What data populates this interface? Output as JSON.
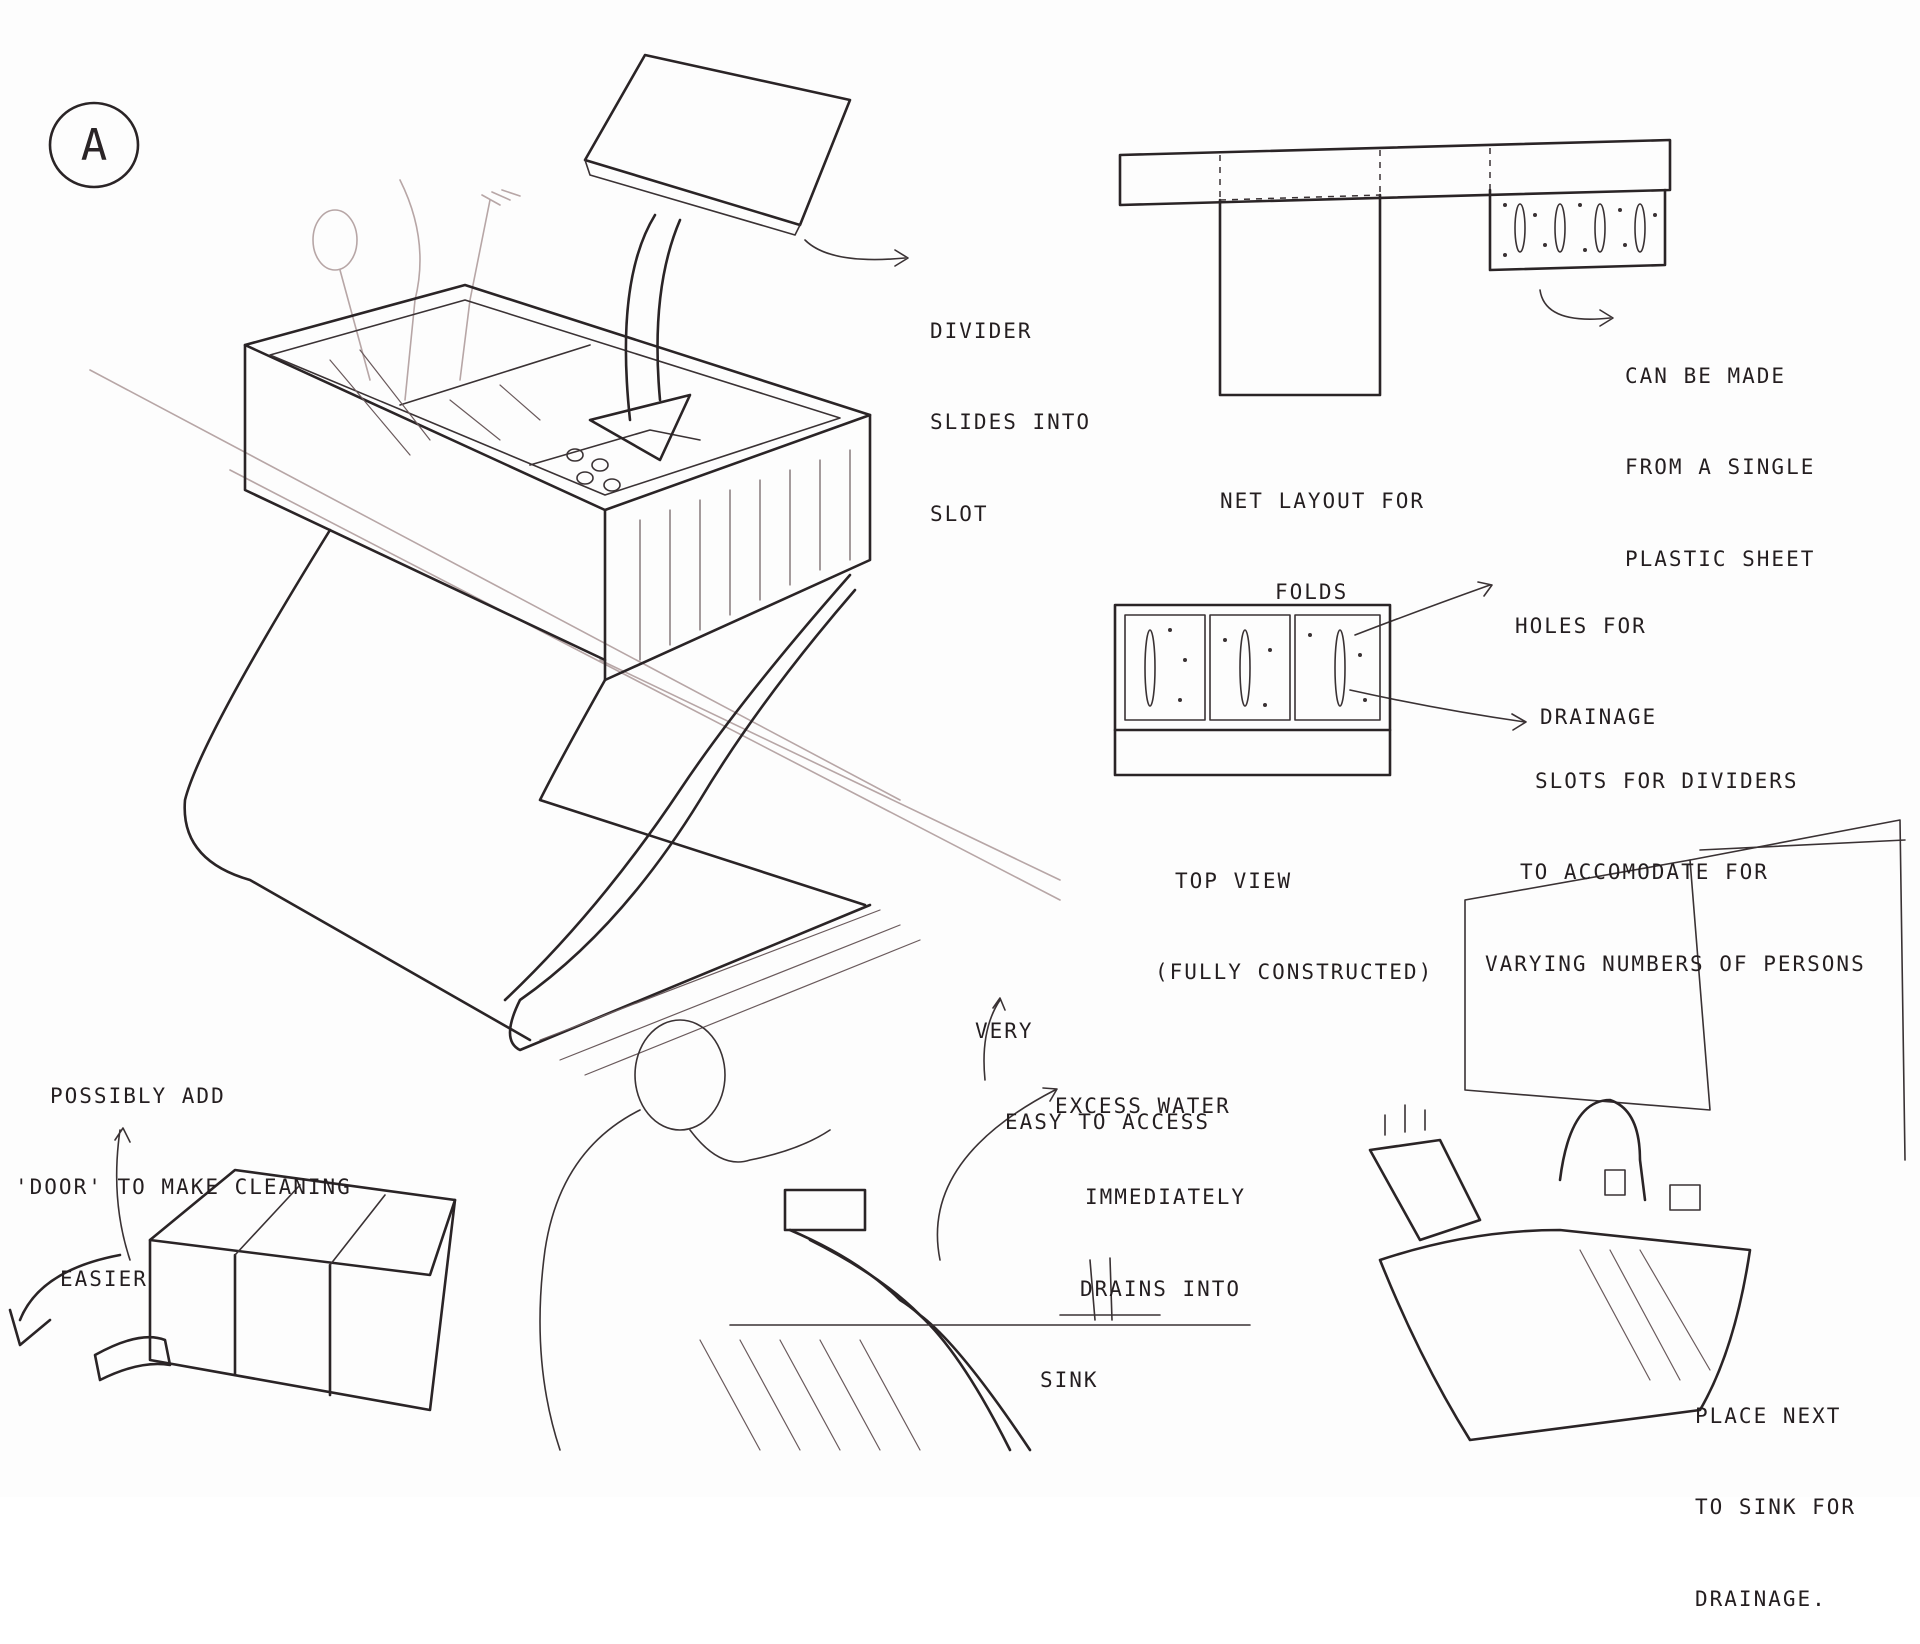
{
  "sheet": {
    "label": "A",
    "notes": {
      "divider": [
        "DIVIDER",
        "SLIDES INTO",
        "SLOT"
      ],
      "single_sheet": [
        "CAN BE MADE",
        "FROM A SINGLE",
        "PLASTIC SHEET"
      ],
      "net_layout": [
        "NET LAYOUT FOR",
        "FOLDS"
      ],
      "holes": [
        "HOLES FOR",
        "DRAINAGE"
      ],
      "slots": [
        "SLOTS FOR DIVIDERS",
        "TO ACCOMODATE FOR",
        "VARYING NUMBERS OF PERSONS"
      ],
      "top_view": [
        "TOP VIEW",
        "(FULLY CONSTRUCTED)"
      ],
      "access": [
        "VERY",
        "EASY TO ACCESS"
      ],
      "excess_water": [
        "EXCESS WATER",
        "IMMEDIATELY",
        "DRAINS INTO",
        "SINK"
      ],
      "door": [
        "POSSIBLY ADD",
        "'DOOR' TO MAKE CLEANING",
        "EASIER"
      ],
      "place": [
        "PLACE NEXT",
        "TO SINK FOR",
        "DRAINAGE."
      ]
    }
  }
}
